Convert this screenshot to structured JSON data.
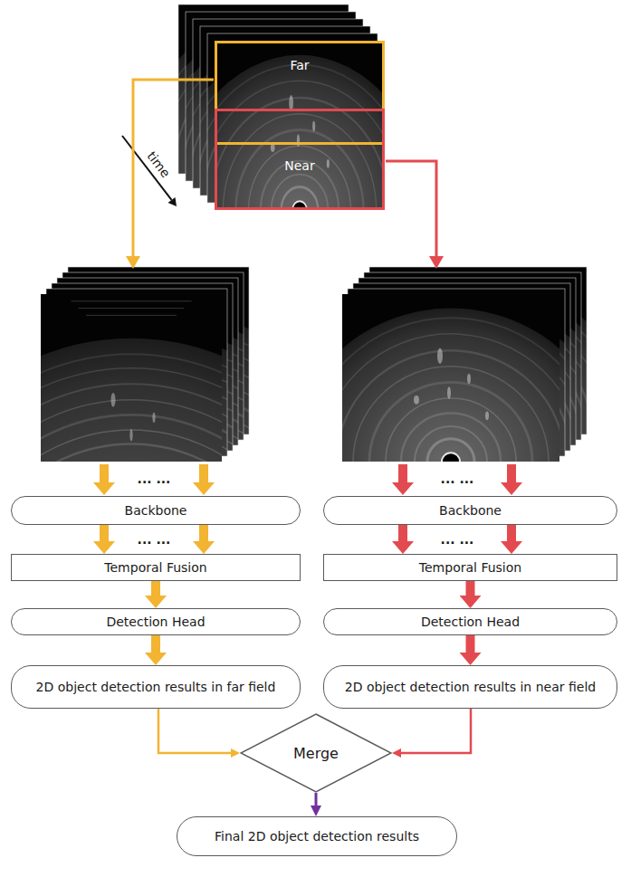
{
  "diagram": {
    "nodes": [
      {
        "text": [
          "Far"
        ]
      },
      {
        "text": [
          "Near"
        ]
      },
      {
        "text": [
          "Backbone"
        ]
      },
      {
        "text": [
          "Backbone"
        ]
      },
      {
        "text": [
          "Temporal Fusion"
        ]
      },
      {
        "text": [
          "Temporal Fusion"
        ]
      },
      {
        "text": [
          "Detection Head"
        ]
      },
      {
        "text": [
          "Detection Head"
        ]
      },
      {
        "text": [
          "2D object detection results in far field"
        ]
      },
      {
        "text": [
          "2D object detection results in near field"
        ]
      },
      {
        "text": [
          "Merge"
        ]
      },
      {
        "text": [
          "Final 2D object detection results"
        ]
      }
    ],
    "edges": [
      {
        "from": 2,
        "to": 4,
        "arrow": "to"
      },
      {
        "from": 2,
        "to": 4,
        "arrow": "to"
      },
      {
        "from": 3,
        "to": 5,
        "arrow": "to"
      },
      {
        "from": 3,
        "to": 5,
        "arrow": "to"
      },
      {
        "from": 4,
        "to": 6,
        "arrow": "to"
      },
      {
        "from": 5,
        "to": 7,
        "arrow": "to"
      },
      {
        "from": 6,
        "to": 8,
        "arrow": "to"
      },
      {
        "from": 7,
        "to": 9,
        "arrow": "to"
      },
      {
        "from": 8,
        "to": 10,
        "arrow": "to"
      },
      {
        "from": 9,
        "to": 10,
        "arrow": "to"
      },
      {
        "from": 10,
        "to": 11,
        "arrow": "to"
      }
    ],
    "labels": [
      "time",
      "... ...",
      "... ...",
      "... ...",
      "... ..."
    ]
  }
}
